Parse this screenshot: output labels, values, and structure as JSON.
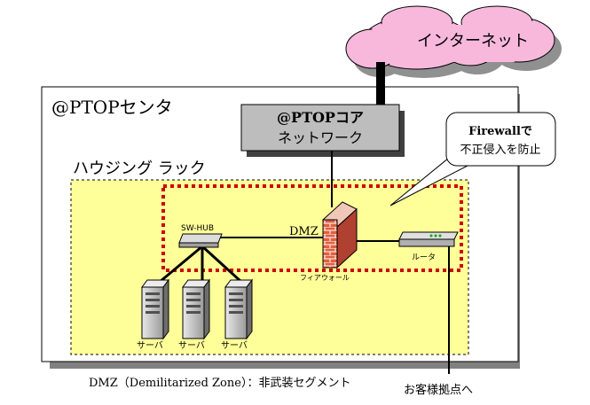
{
  "internet": {
    "label": "インターネット",
    "color": "#f7b8dc"
  },
  "center": {
    "label": "@PTOPセンタ"
  },
  "core": {
    "label_line1": "@PTOPコア",
    "label_line2": "ネットワーク",
    "color": "#bdbdbd"
  },
  "rack": {
    "label": "ハウジング ラック",
    "color": "#ffff99"
  },
  "dmz": {
    "label": "DMZ",
    "border_color": "#cc0000"
  },
  "firewall": {
    "label": "フィアウォール"
  },
  "callout": {
    "line1": "Firewallで",
    "line2": "不正侵入を防止"
  },
  "hub": {
    "label": "SW-HUB"
  },
  "router": {
    "label": "ルータ"
  },
  "servers": [
    {
      "label": "サーバ"
    },
    {
      "label": "サーバ"
    },
    {
      "label": "サーバ"
    }
  ],
  "footnote": "DMZ（Demilitarized Zone）：非武装セグメント",
  "customer": {
    "label": "お客様拠点へ"
  }
}
